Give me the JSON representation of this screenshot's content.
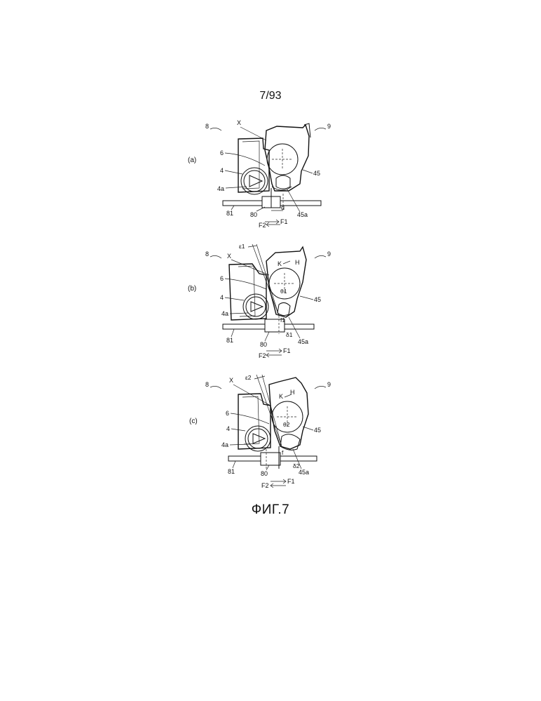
{
  "page_number": "7/93",
  "caption": "ФИГ.7",
  "panels": [
    {
      "tag": "(a)",
      "labels": {
        "left_unit": "8",
        "right_unit": "9",
        "axis": "X",
        "roller": "6",
        "drum": "4",
        "drum_core": "4a",
        "cover": "45",
        "cover_tab": "45a",
        "slider": "80",
        "rail": "81",
        "gap": "d",
        "force_right": "F1",
        "force_left": "F2"
      }
    },
    {
      "tag": "(b)",
      "labels": {
        "left_unit": "8",
        "right_unit": "9",
        "axis": "X",
        "tilt": "ε1",
        "rot_k": "K",
        "rot_h": "H",
        "angle": "θ1",
        "roller": "6",
        "drum": "4",
        "drum_core": "4a",
        "cover": "45",
        "cover_tab": "45a",
        "slider": "80",
        "rail": "81",
        "contact": "f1",
        "shift": "δ1",
        "force_right": "F1",
        "force_left": "F2"
      }
    },
    {
      "tag": "(c)",
      "labels": {
        "left_unit": "8",
        "right_unit": "9",
        "axis": "X",
        "tilt": "ε2",
        "rot_k": "K",
        "rot_h": "H",
        "angle": "θ2",
        "roller": "6",
        "drum": "4",
        "drum_core": "4a",
        "cover": "45",
        "cover_tab": "45a",
        "slider": "80",
        "rail": "81",
        "contact": "f",
        "shift": "δ2",
        "force_right": "F1",
        "force_left": "F2"
      }
    }
  ]
}
